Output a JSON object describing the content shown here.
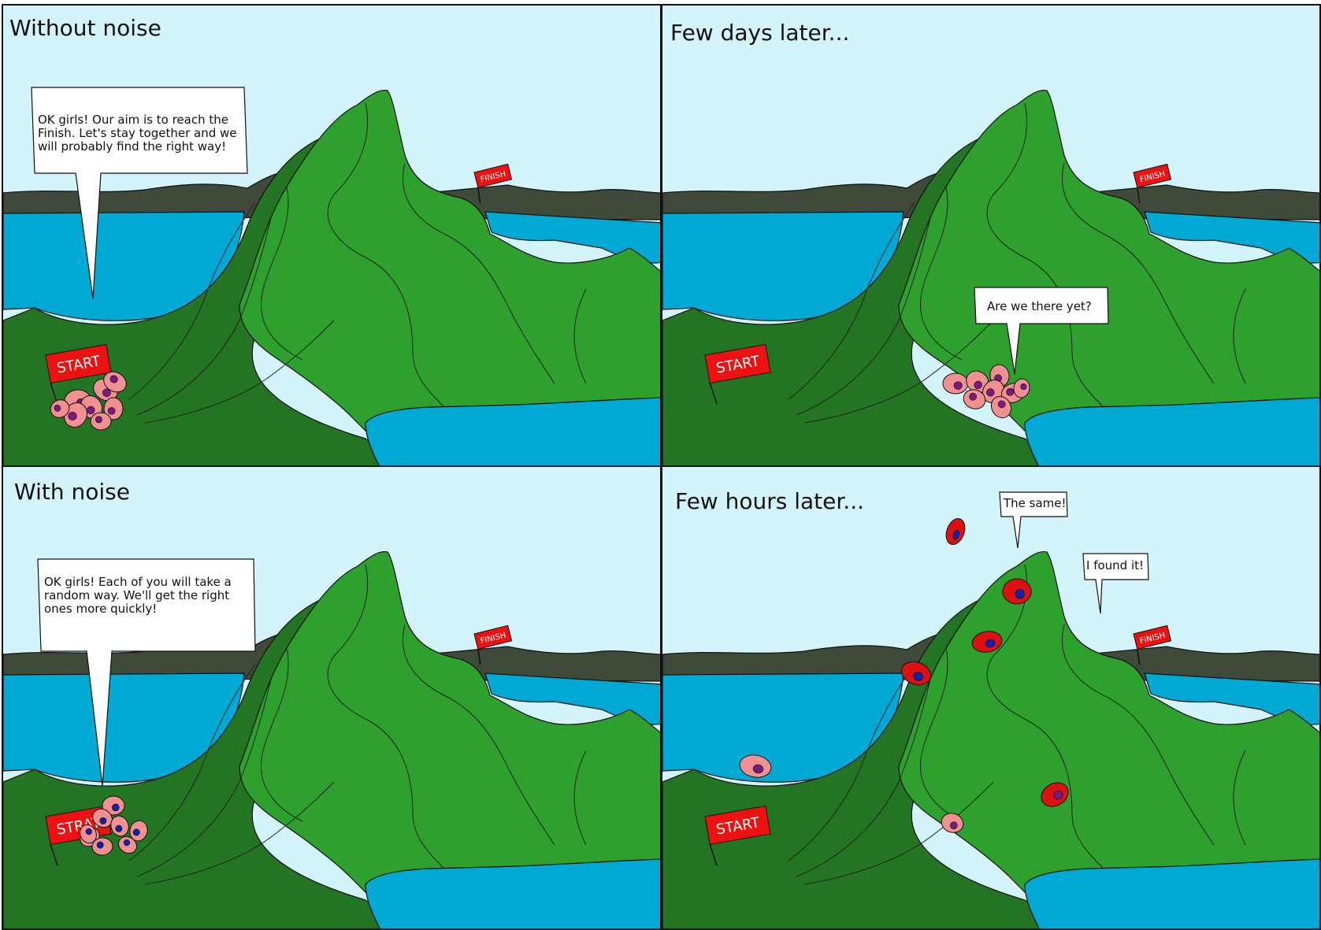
{
  "panels": [
    {
      "caption": "Without noise",
      "bubble": "OK girls! Our aim is to reach the Finish. Let's stay together and we will probably find the right way!",
      "start_flag": "START",
      "finish_flag": "FINISH"
    },
    {
      "caption": "Few days later...",
      "bubble": "Are we there yet?",
      "start_flag": "START",
      "finish_flag": "FINISH"
    },
    {
      "caption": "With noise",
      "bubble": "OK girls! Each of you will take a random way. We'll get the right ones more quickly!",
      "start_flag": "STRAT",
      "finish_flag": "FINISH"
    },
    {
      "caption": "Few hours later...",
      "bubble_same": "The same!",
      "bubble_found": "I found it!",
      "start_flag": "START",
      "finish_flag": "FINISH"
    }
  ],
  "colors": {
    "sky": "#d4f4fc",
    "water": "#00a9d4",
    "mountain_dark": "#3f4a3b",
    "grass_light": "#2ea02e",
    "grass_dark": "#237423",
    "flag_red": "#ee1111",
    "cell_pink": "#f09090",
    "cell_red": "#dd1111",
    "nucleus_purple": "#7a1a80",
    "nucleus_blue": "#1122aa"
  }
}
